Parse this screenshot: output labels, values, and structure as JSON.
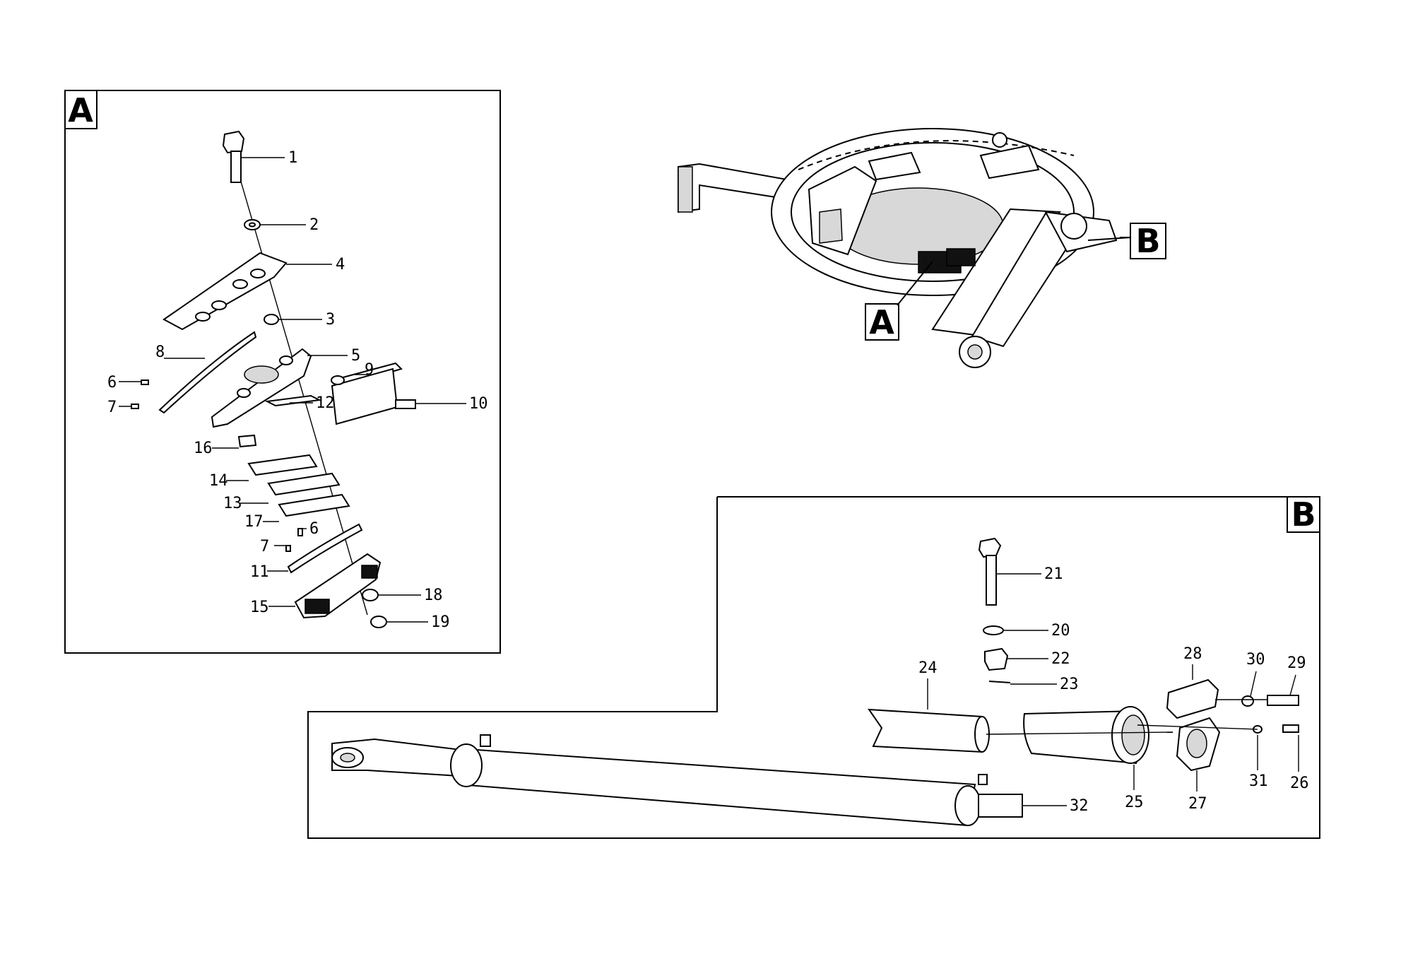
{
  "views": {
    "A": {
      "label": "A"
    },
    "B": {
      "label": "B"
    }
  },
  "overview": {
    "callout_a": "A",
    "callout_b": "B"
  },
  "callouts": {
    "c1": "1",
    "c2": "2",
    "c3": "3",
    "c4": "4",
    "c5": "5",
    "c6a": "6",
    "c6b": "6",
    "c7a": "7",
    "c7b": "7",
    "c8": "8",
    "c9": "9",
    "c10": "10",
    "c11": "11",
    "c12": "12",
    "c13": "13",
    "c14": "14",
    "c15": "15",
    "c16": "16",
    "c17": "17",
    "c18": "18",
    "c19": "19",
    "c20": "20",
    "c21": "21",
    "c22": "22",
    "c23": "23",
    "c24": "24",
    "c25": "25",
    "c26": "26",
    "c27": "27",
    "c28": "28",
    "c29": "29",
    "c30": "30",
    "c31": "31",
    "c32": "32"
  }
}
